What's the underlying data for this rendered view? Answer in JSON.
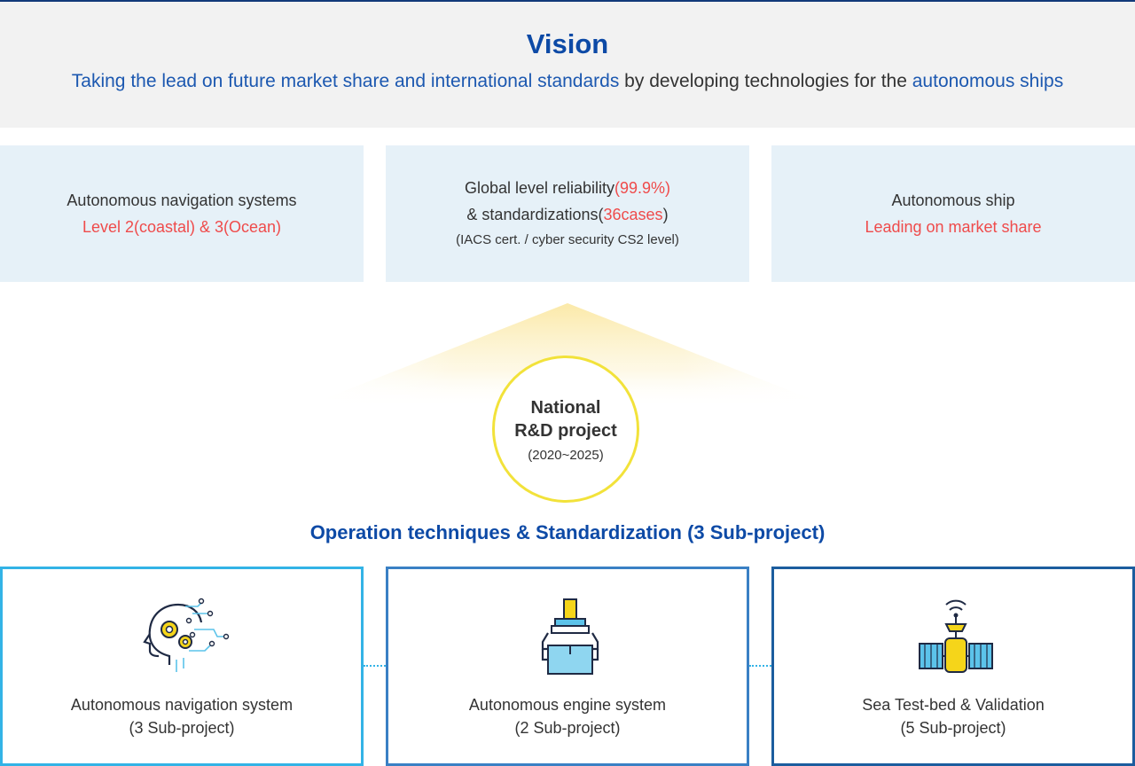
{
  "vision": {
    "title": "Vision",
    "subtitle": {
      "part1": "Taking the lead on future market share and international standards",
      "part2": " by developing technologies for the ",
      "part3": "autonomous ships"
    }
  },
  "goals": [
    {
      "line1": "Autonomous navigation systems",
      "line2": "Level 2(coastal) & 3(Ocean)"
    },
    {
      "line1_prefix": "Global level reliability",
      "line1_value": "(99.9%)",
      "line2_prefix": "& standardizations(",
      "line2_value": "36cases",
      "line2_suffix": ")",
      "line3": "(IACS cert. /  cyber security CS2 level)"
    },
    {
      "line1": "Autonomous ship",
      "line2": "Leading on market share"
    }
  ],
  "center": {
    "line1": "National",
    "line2": "R&D project",
    "years": "(2020~2025)"
  },
  "operations": {
    "title": "Operation techniques & Standardization (3 Sub-project)"
  },
  "subprojects": [
    {
      "name": "Autonomous navigation system",
      "count": "(3 Sub-project)",
      "icon": "ai-head-gears-icon"
    },
    {
      "name": "Autonomous engine system",
      "count": "(2 Sub-project)",
      "icon": "engine-module-icon"
    },
    {
      "name": "Sea Test-bed & Validation",
      "count": "(5 Sub-project)",
      "icon": "satellite-icon"
    }
  ],
  "colors": {
    "brand_blue": "#0d4aa6",
    "highlight_red": "#ef4b4b",
    "box_bg": "#e6f1f8",
    "circle_border": "#f2e23a",
    "light_blue_border": "#33b3e6"
  }
}
